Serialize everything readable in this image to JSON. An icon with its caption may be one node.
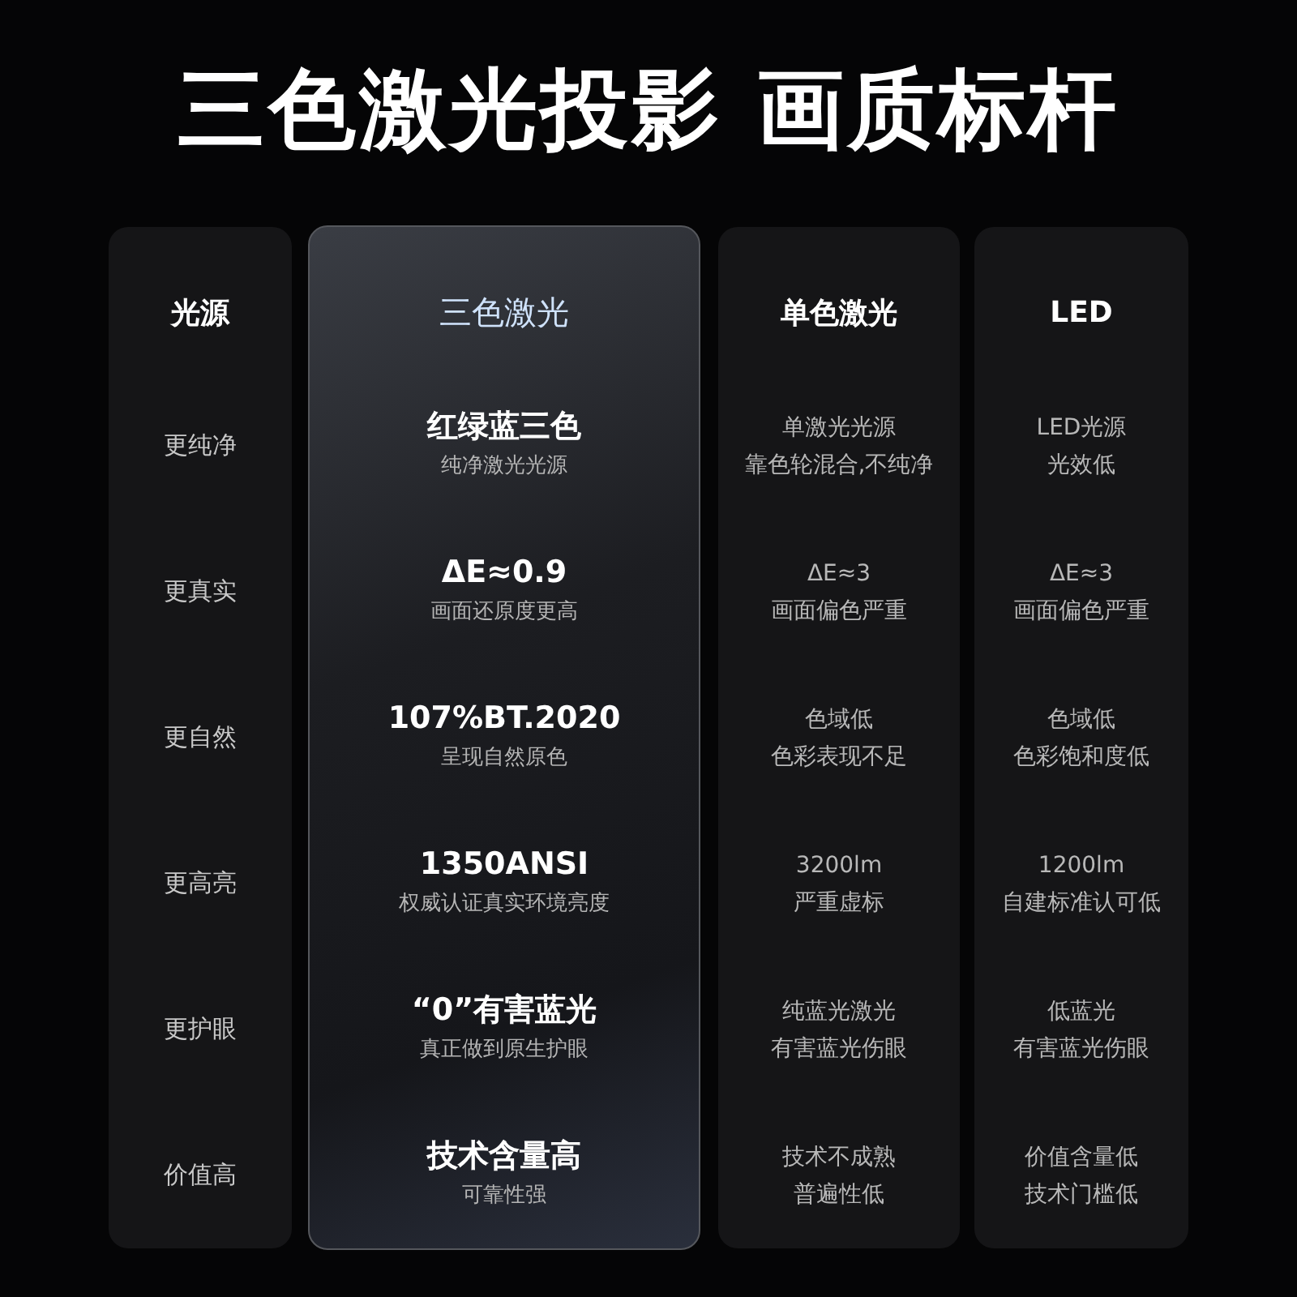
{
  "diagram": {
    "title": "三色激光投影 画质标杆",
    "nodes": [
      {
        "text": [
          "光源",
          "更纯净",
          "更真实",
          "更自然",
          "更高亮",
          "更护眼",
          "价值高"
        ]
      },
      {
        "text": [
          "三色激光",
          "红绿蓝三色",
          "纯净激光光源",
          "ΔE≈0.9",
          "画面还原度更高",
          "107%BT.2020",
          "呈现自然原色",
          "1350ANSI",
          "权威认证真实环境亮度",
          "“0”有害蓝光",
          "真正做到原生护眼",
          "技术含量高",
          "可靠性强"
        ]
      },
      {
        "text": [
          "单色激光",
          "单激光光源",
          "靠色轮混合,不纯净",
          "ΔE≈3",
          "画面偏色严重",
          "色域低",
          "色彩表现不足",
          "3200lm",
          "严重虚标",
          "纯蓝光激光",
          "有害蓝光伤眼",
          "技术不成熟",
          "普遍性低"
        ]
      },
      {
        "text": [
          "LED",
          "LED光源",
          "光效低",
          "ΔE≈3",
          "画面偏色严重",
          "色域低",
          "色彩饱和度低",
          "1200lm",
          "自建标准认可低",
          "低蓝光",
          "有害蓝光伤眼",
          "价值含量低",
          "技术门槛低"
        ]
      }
    ]
  }
}
